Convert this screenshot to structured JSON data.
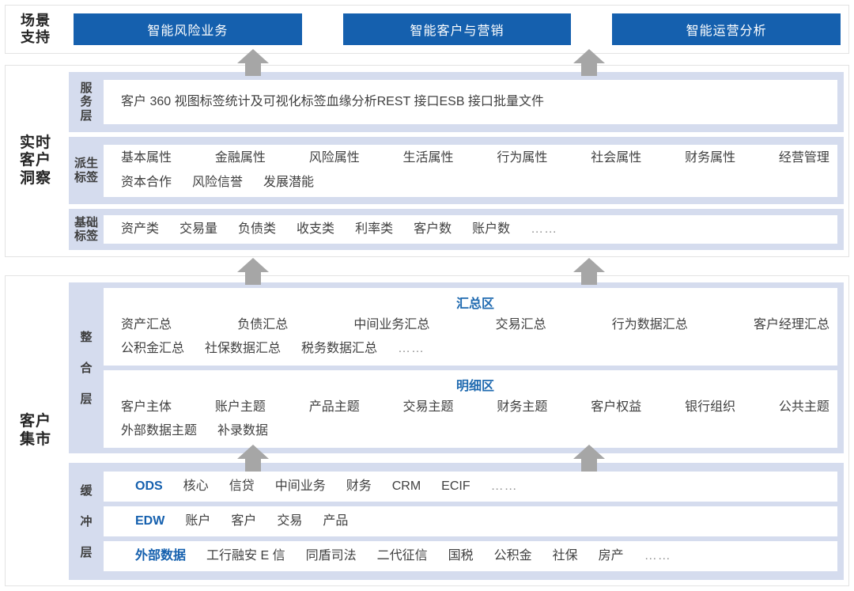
{
  "scenario": {
    "label": "场景\n支持",
    "label_lines": [
      "场景",
      "支持"
    ],
    "buttons": [
      {
        "text": "智能风险业务"
      },
      {
        "text": "智能客户与营销"
      },
      {
        "text": "智能运营分析"
      }
    ],
    "button_color": "#1560ae"
  },
  "insight": {
    "label_lines": [
      "实时",
      "客户",
      "洞察"
    ],
    "groups": {
      "service": {
        "label_lines": [
          "服",
          "务",
          "层"
        ],
        "items": [
          "客户 360 视图",
          "标签统计及可视化",
          "标签血缘分析",
          "REST 接口",
          "ESB 接口",
          "批量文件"
        ]
      },
      "derived": {
        "label_lines": [
          "派生",
          "标签"
        ],
        "row1": [
          "基本属性",
          "金融属性",
          "风险属性",
          "生活属性",
          "行为属性",
          "社会属性",
          "财务属性",
          "经营管理"
        ],
        "row2": [
          "资本合作",
          "风险信誉",
          "发展潜能"
        ]
      },
      "basic": {
        "label_lines": [
          "基础",
          "标签"
        ],
        "items": [
          "资产类",
          "交易量",
          "负债类",
          "收支类",
          "利率类",
          "客户数",
          "账户数",
          "……"
        ]
      }
    }
  },
  "mart": {
    "label_lines": [
      "客户",
      "集市"
    ],
    "groups": {
      "integration": {
        "label_lines": [
          "整",
          "合",
          "层"
        ],
        "summary": {
          "title": "汇总区",
          "row1": [
            "资产汇总",
            "负债汇总",
            "中间业务汇总",
            "交易汇总",
            "行为数据汇总",
            "客户经理汇总"
          ],
          "row2": [
            "公积金汇总",
            "社保数据汇总",
            "税务数据汇总",
            "……"
          ]
        },
        "detail": {
          "title": "明细区",
          "row1": [
            "客户主体",
            "账户主题",
            "产品主题",
            "交易主题",
            "财务主题",
            "客户权益",
            "银行组织",
            "公共主题"
          ],
          "row2": [
            "外部数据主题",
            "补录数据"
          ]
        }
      },
      "buffer": {
        "label_lines": [
          "缓",
          "冲",
          "层"
        ],
        "rows": [
          {
            "accent": "ODS",
            "items": [
              "核心",
              "信贷",
              "中间业务",
              "财务",
              "CRM",
              "ECIF",
              "……"
            ]
          },
          {
            "accent": "EDW",
            "items": [
              "账户",
              "客户",
              "交易",
              "产品"
            ]
          },
          {
            "accent": "外部数据",
            "items": [
              "工行融安 E 信",
              "同盾司法",
              "二代征信",
              "国税",
              "公积金",
              "社保",
              "房产",
              "……"
            ]
          }
        ]
      }
    }
  },
  "arrows": {
    "icon": "arrow-up-icon",
    "color": "#a6a6a6",
    "count": 6
  },
  "colors": {
    "accent_blue": "#1560ae",
    "zone_title_blue": "#1f6ab0",
    "group_bg": "#d5dcee",
    "panel_border": "#e3e3e3"
  }
}
